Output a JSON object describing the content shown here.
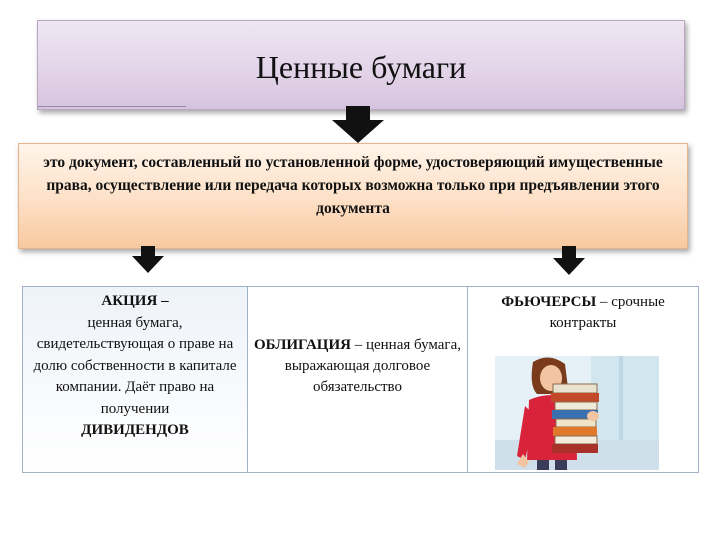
{
  "title": "Ценные бумаги",
  "definition": "это документ, составленный по установленной форме, удостоверяющий имущественные права, осуществление или передача которых возможна только при предъявлении этого документа",
  "share": {
    "term": "АКЦИЯ",
    "dash": " –",
    "body": "ценная бумага, свидетельствующая о праве на долю собственности в капитале компании. Даёт право на получении",
    "emphasis": "ДИВИДЕНДОВ"
  },
  "bond": {
    "term": "ОБЛИГАЦИЯ",
    "body": " – ценная бумага, выражающая долговое обязательство"
  },
  "futures": {
    "term": "ФЬЮЧЕРСЫ",
    "body": " – срочные контракты"
  },
  "colors": {
    "title_bg": "#e2d3e8",
    "definition_bg": "#fde0c6",
    "grid_border": "#9fb3c8",
    "arrow": "#111111"
  },
  "icons": [
    "arrow-down-icon",
    "person-with-books-illustration"
  ]
}
